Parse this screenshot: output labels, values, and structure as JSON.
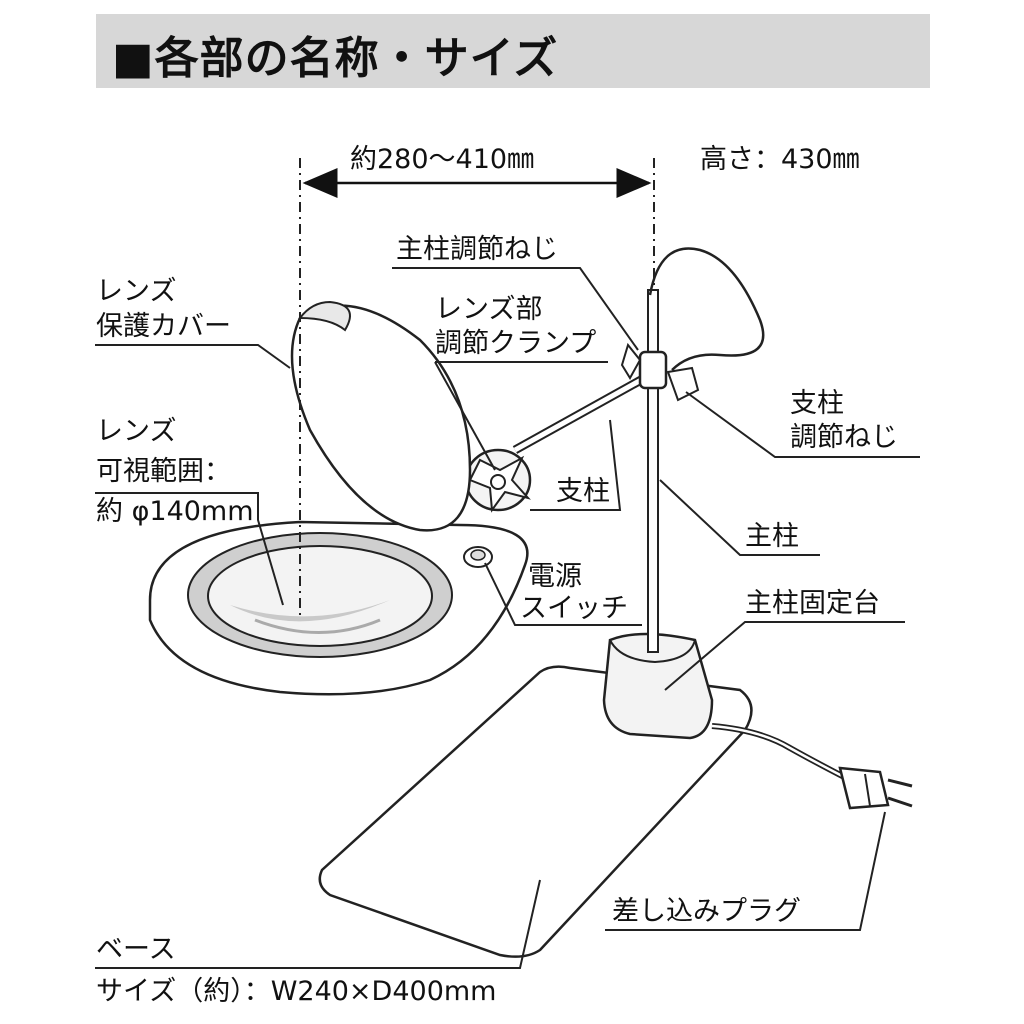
{
  "header": {
    "title": "■各部の名称・サイズ"
  },
  "dimensions": {
    "width": "約280〜410㎜",
    "height": "高さ：430㎜"
  },
  "labels": {
    "main_pole_knob": "主柱調節ねじ",
    "lens_clamp_line1": "レンズ部",
    "lens_clamp_line2": "調節クランプ",
    "lens_cover_line1": "レンズ",
    "lens_cover_line2": "保護カバー",
    "lens_line1": "レンズ",
    "lens_line2": "可視範囲：",
    "lens_line3": "約 φ140mm",
    "support_pole": "支柱",
    "support_knob_line1": "支柱",
    "support_knob_line2": "調節ねじ",
    "main_pole": "主柱",
    "power_switch_line1": "電源",
    "power_switch_line2": "スイッチ",
    "pole_base": "主柱固定台",
    "plug": "差し込みプラグ",
    "base_line1": "ベース",
    "base_line2": "サイズ（約）：W240×D400mm"
  }
}
